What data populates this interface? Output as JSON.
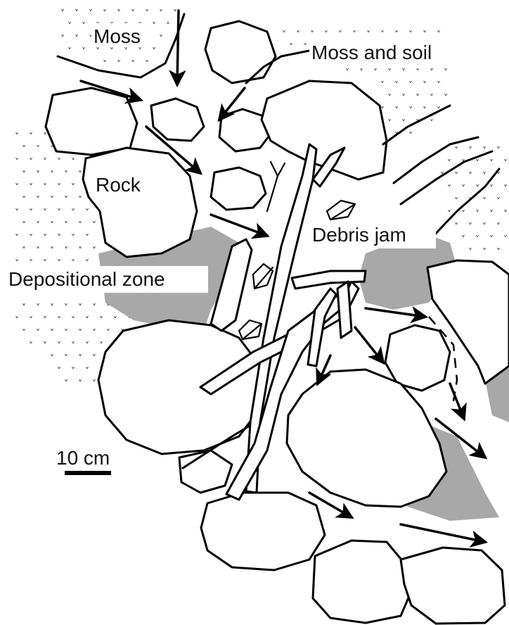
{
  "labels": {
    "moss": "Moss",
    "moss_and_soil": "Moss and soil",
    "rock": "Rock",
    "debris_jam": "Debris jam",
    "depositional_zone": "Depositional zone",
    "scale": "10 cm"
  },
  "colors": {
    "outline": "#000000",
    "depositional_fill": "#a8a8a8",
    "rock_fill": "#ffffff",
    "background": "#ffffff"
  },
  "icons": {
    "moss_texture": "moss-stipple-pattern",
    "flow_arrow": "flow-arrow-icon"
  }
}
